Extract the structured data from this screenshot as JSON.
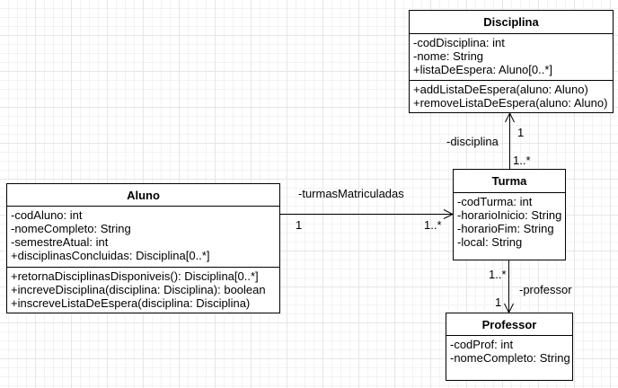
{
  "classes": {
    "disciplina": {
      "name": "Disciplina",
      "attributes": [
        "-codDisciplina: int",
        "-nome: String",
        "+listaDeEspera: Aluno[0..*]"
      ],
      "operations": [
        "+addListaDeEspera(aluno: Aluno)",
        "+removeListaDeEspera(aluno: Aluno)"
      ]
    },
    "aluno": {
      "name": "Aluno",
      "attributes": [
        "-codAluno: int",
        "-nomeCompleto: String",
        "-semestreAtual: int",
        "+disciplinasConcluidas: Disciplina[0..*]"
      ],
      "operations": [
        "+retornaDisciplinasDisponiveis(): Disciplina[0..*]",
        "+increveDisciplina(disciplina: Disciplina): boolean",
        "+inscreveListaDeEspera(disciplina: Disciplina)"
      ]
    },
    "turma": {
      "name": "Turma",
      "attributes": [
        "-codTurma: int",
        "-horarioInicio: String",
        "-horarioFim: String",
        "-local: String"
      ]
    },
    "professor": {
      "name": "Professor",
      "attributes": [
        "-codProf: int",
        "-nomeCompleto: String"
      ]
    }
  },
  "associations": {
    "turma_disciplina": {
      "role": "-disciplina",
      "mult_target": "1",
      "mult_source": "1..*"
    },
    "aluno_turma": {
      "role": "-turmasMatriculadas",
      "mult_source": "1",
      "mult_target": "1..*"
    },
    "turma_professor": {
      "role": "-professor",
      "mult_source": "1..*",
      "mult_target": "1"
    }
  }
}
